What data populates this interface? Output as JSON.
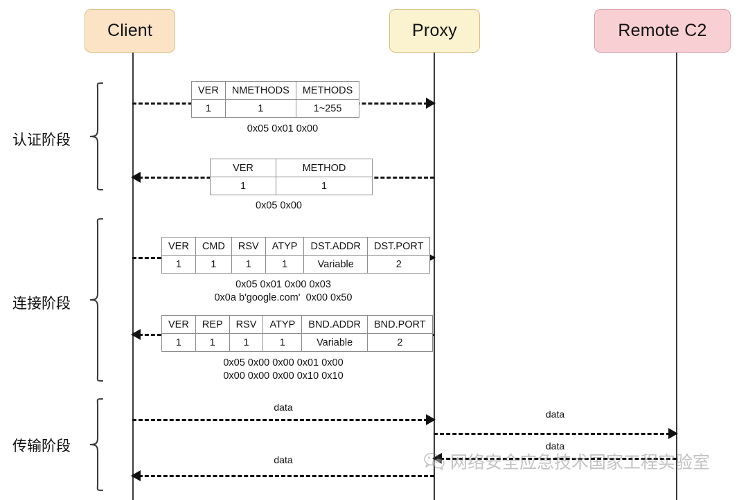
{
  "diagram": {
    "title": "SOCKS5 proxy sequence diagram",
    "background": "#ffffff"
  },
  "actors": [
    {
      "id": "client",
      "label": "Client",
      "fill": "#fce3c5",
      "stroke": "#d9c07e"
    },
    {
      "id": "proxy",
      "label": "Proxy",
      "fill": "#fbf3d0",
      "stroke": "#d9c07e"
    },
    {
      "id": "remote",
      "label": "Remote C2",
      "fill": "#f8cfd2",
      "stroke": "#d9a2ab"
    }
  ],
  "phases": [
    {
      "id": "auth",
      "label": "认证阶段"
    },
    {
      "id": "connect",
      "label": "连接阶段"
    },
    {
      "id": "transfer",
      "label": "传输阶段"
    }
  ],
  "packets": [
    {
      "id": "auth-request",
      "headers": [
        "VER",
        "NMETHODS",
        "METHODS"
      ],
      "values": [
        "1",
        "1",
        "1~255"
      ],
      "caption": "0x05 0x01 0x00"
    },
    {
      "id": "auth-reply",
      "headers": [
        "VER",
        "METHOD"
      ],
      "values": [
        "1",
        "1"
      ],
      "caption": "0x05 0x00"
    },
    {
      "id": "connect-request",
      "headers": [
        "VER",
        "CMD",
        "RSV",
        "ATYP",
        "DST.ADDR",
        "DST.PORT"
      ],
      "values": [
        "1",
        "1",
        "1",
        "1",
        "Variable",
        "2"
      ],
      "caption": "0x05 0x01 0x00 0x03\n0x0a b'google.com'  0x00 0x50"
    },
    {
      "id": "connect-reply",
      "headers": [
        "VER",
        "REP",
        "RSV",
        "ATYP",
        "BND.ADDR",
        "BND.PORT"
      ],
      "values": [
        "1",
        "1",
        "1",
        "1",
        "Variable",
        "2"
      ],
      "caption": "0x05 0x00 0x00 0x01 0x00\n0x00 0x00 0x00 0x10 0x10"
    }
  ],
  "messages": [
    {
      "id": "msg-auth-request",
      "from": "client",
      "to": "proxy",
      "direction": "right",
      "label": ""
    },
    {
      "id": "msg-auth-reply",
      "from": "proxy",
      "to": "client",
      "direction": "left",
      "label": ""
    },
    {
      "id": "msg-connect-request",
      "from": "client",
      "to": "proxy",
      "direction": "right",
      "label": ""
    },
    {
      "id": "msg-connect-reply",
      "from": "proxy",
      "to": "client",
      "direction": "left",
      "label": ""
    },
    {
      "id": "msg-data-c2p",
      "from": "client",
      "to": "proxy",
      "direction": "right",
      "label": "data"
    },
    {
      "id": "msg-data-p2r",
      "from": "proxy",
      "to": "remote",
      "direction": "right",
      "label": "data"
    },
    {
      "id": "msg-data-r2p",
      "from": "remote",
      "to": "proxy",
      "direction": "left",
      "label": "data"
    },
    {
      "id": "msg-data-p2c",
      "from": "proxy",
      "to": "client",
      "direction": "left",
      "label": "data"
    }
  ],
  "watermark": {
    "text": "网络安全应急技术国家工程实验室",
    "icon": "wechat-icon"
  }
}
